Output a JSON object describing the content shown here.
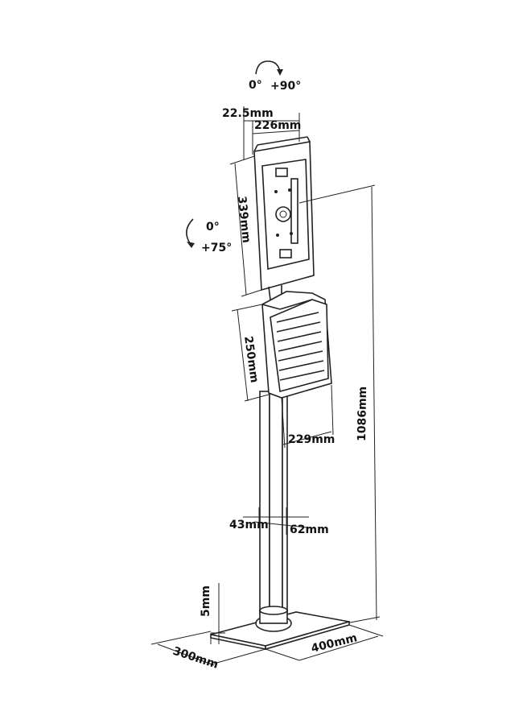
{
  "rotation_top": {
    "start": "0°",
    "end": "+90°"
  },
  "rotation_side": {
    "start": "0°",
    "end": "+75°"
  },
  "dimensions": {
    "frame_offset": "22.5mm",
    "tablet_width": "226mm",
    "tablet_height": "339mm",
    "brochure_height": "250mm",
    "brochure_width": "229mm",
    "total_height": "1086mm",
    "pole_width": "43mm",
    "pole_depth": "62mm",
    "base_thickness": "5mm",
    "base_depth": "300mm",
    "base_width": "400mm"
  }
}
